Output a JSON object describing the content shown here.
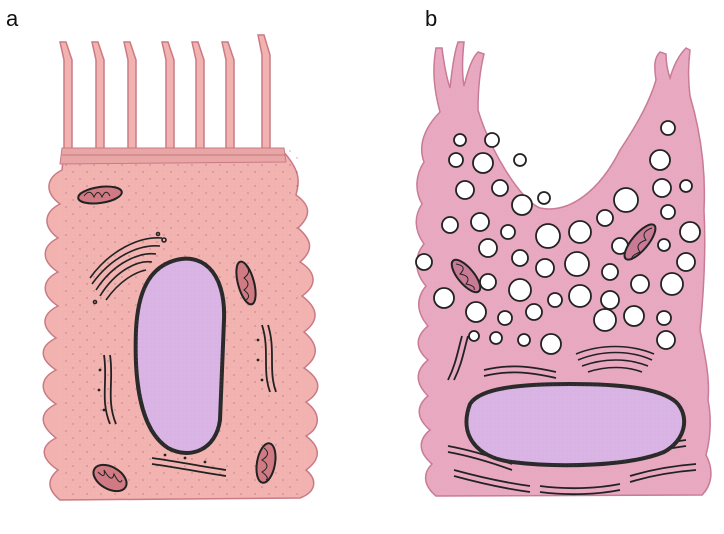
{
  "panels": [
    {
      "label": "a",
      "subject": "columnar-cell-with-microvilli"
    },
    {
      "label": "b",
      "subject": "secretory-cell-with-vesicles"
    }
  ],
  "colors": {
    "cytoplasm": "#f2b3b0",
    "cytoplasm_b": "#e8a8c0",
    "outline": "#c97a84",
    "nucleus": "#d9b3e3",
    "nucleus_outline": "#2a2a2a",
    "organelle_outline": "#222222",
    "vesicle_fill": "#ffffff",
    "background": "#ffffff"
  }
}
